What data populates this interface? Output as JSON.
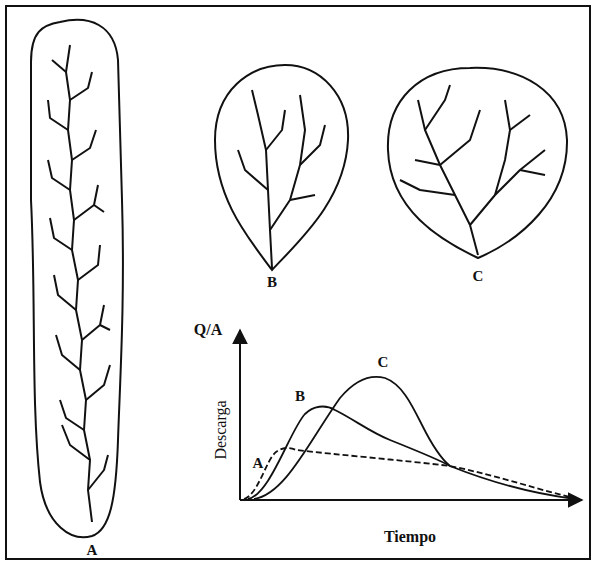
{
  "diagram": {
    "labels": [
      "A",
      "B",
      "C",
      "Q/A",
      "Descarga",
      "Tiempo",
      "A",
      "B",
      "C"
    ]
  }
}
